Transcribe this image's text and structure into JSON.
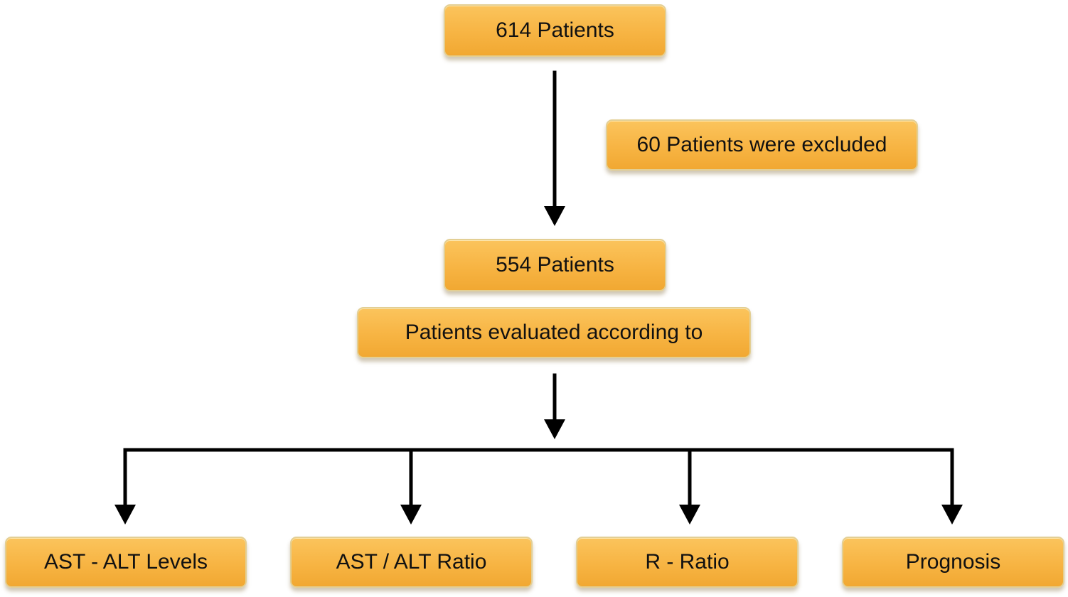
{
  "flowchart": {
    "start": "614 Patients",
    "excluded": "60 Patients were excluded",
    "remaining": "554 Patients",
    "evaluation": "Patients evaluated according to",
    "branches": [
      "AST - ALT Levels",
      "AST / ALT Ratio",
      "R - Ratio",
      "Prognosis"
    ]
  },
  "colors": {
    "box_fill": "#f7b443",
    "box_border": "#e3cf94",
    "line": "#000000"
  }
}
